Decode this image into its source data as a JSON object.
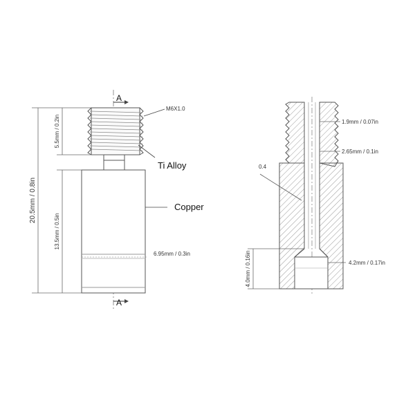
{
  "labels": {
    "section_top": "A",
    "section_bottom": "A",
    "thread_callout": "M6X1.0",
    "material_top": "Ti Alloy",
    "material_body": "Copper",
    "dim_total_height": "20.5mm / 0.8in",
    "dim_thread_length": "5.5mm / 0.2in",
    "dim_body_height": "13.5mm / 0.5in",
    "dim_body_diameter": "6.95mm / 0.3in",
    "dim_bore": "1.9mm / 0.07in",
    "dim_throat": "2.65mm / 0.1in",
    "dim_chamfer": "0.4",
    "dim_counterbore_diameter": "4.2mm / 0.17in",
    "dim_counterbore_depth": "4.0mm / 0.16in"
  },
  "colors": {
    "line": "#555555",
    "hatch": "#9a9a9a",
    "text": "#333333"
  }
}
